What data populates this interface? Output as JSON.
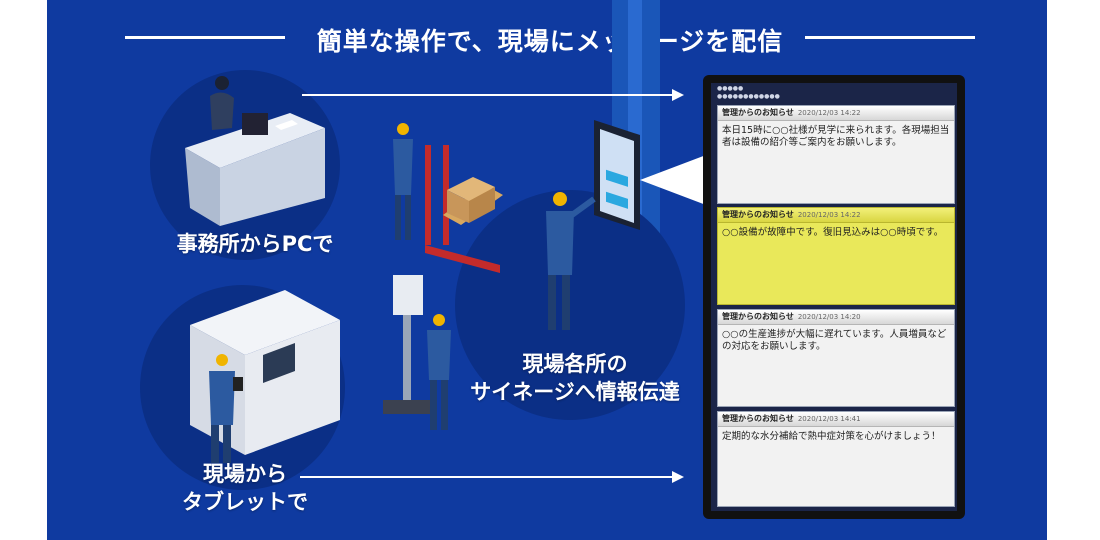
{
  "headline": "簡単な操作で、現場にメッセージを配信",
  "labels": {
    "office": "事務所からPCで",
    "site_line1": "現場各所の",
    "site_line2": "サイネージへ情報伝達",
    "tablet_line1": "現場から",
    "tablet_line2": "タブレットで"
  },
  "colors": {
    "background": "#0f3aa0",
    "circle": "#0b2f86",
    "highlight_card": "#e9e85a"
  },
  "signage": {
    "cards": [
      {
        "sender": "管理からのお知らせ",
        "timestamp": "2020/12/03 14:22",
        "message": "本日15時に○○社様が見学に来られます。各現場担当者は設備の紹介等ご案内をお願いします。",
        "highlight": false
      },
      {
        "sender": "管理からのお知らせ",
        "timestamp": "2020/12/03 14:22",
        "message": "○○設備が故障中です。復旧見込みは○○時頃です。",
        "highlight": true
      },
      {
        "sender": "管理からのお知らせ",
        "timestamp": "2020/12/03 14:20",
        "message": "○○の生産進捗が大幅に遅れています。人員増員などの対応をお願いします。",
        "highlight": false
      },
      {
        "sender": "管理からのお知らせ",
        "timestamp": "2020/12/03 14:41",
        "message": "定期的な水分補給で熱中症対策を心がけましょう！",
        "highlight": false
      }
    ]
  }
}
